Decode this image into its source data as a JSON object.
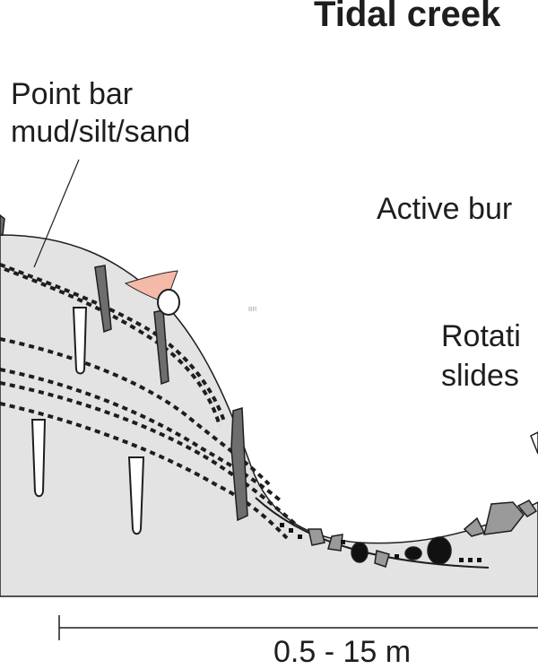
{
  "title": "Tidal creek",
  "labels": {
    "point_bar_line1": "Point bar",
    "point_bar_line2": "mud/silt/sand",
    "active_burrowing": "Active bur",
    "rotational_line1": "Rotati",
    "rotational_line2": "slides",
    "small_mark": "BR"
  },
  "scale": {
    "text": "0.5 - 15 m"
  },
  "colors": {
    "sediment_fill": "#e3e3e3",
    "burrow_dark": "#6e6e6e",
    "outline": "#1e1e1e",
    "salmon_patch": "#f4b9a8"
  }
}
